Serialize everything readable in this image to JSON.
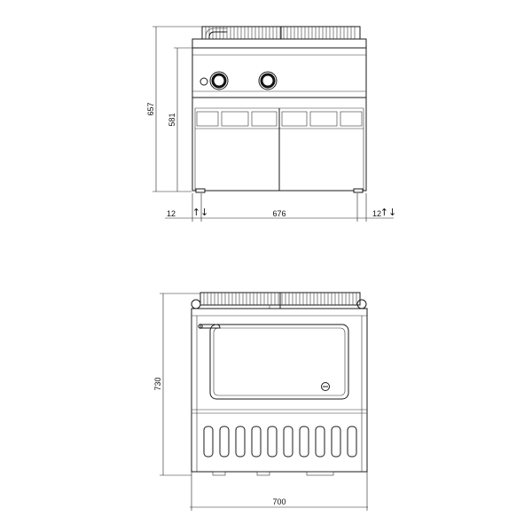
{
  "front_view": {
    "dims": {
      "total_height": "657",
      "body_height": "581",
      "width": "676",
      "left_offset": "12",
      "right_offset": "12"
    },
    "adjust_symbol": "↑↓"
  },
  "top_view": {
    "dims": {
      "depth": "730",
      "width": "700"
    }
  }
}
